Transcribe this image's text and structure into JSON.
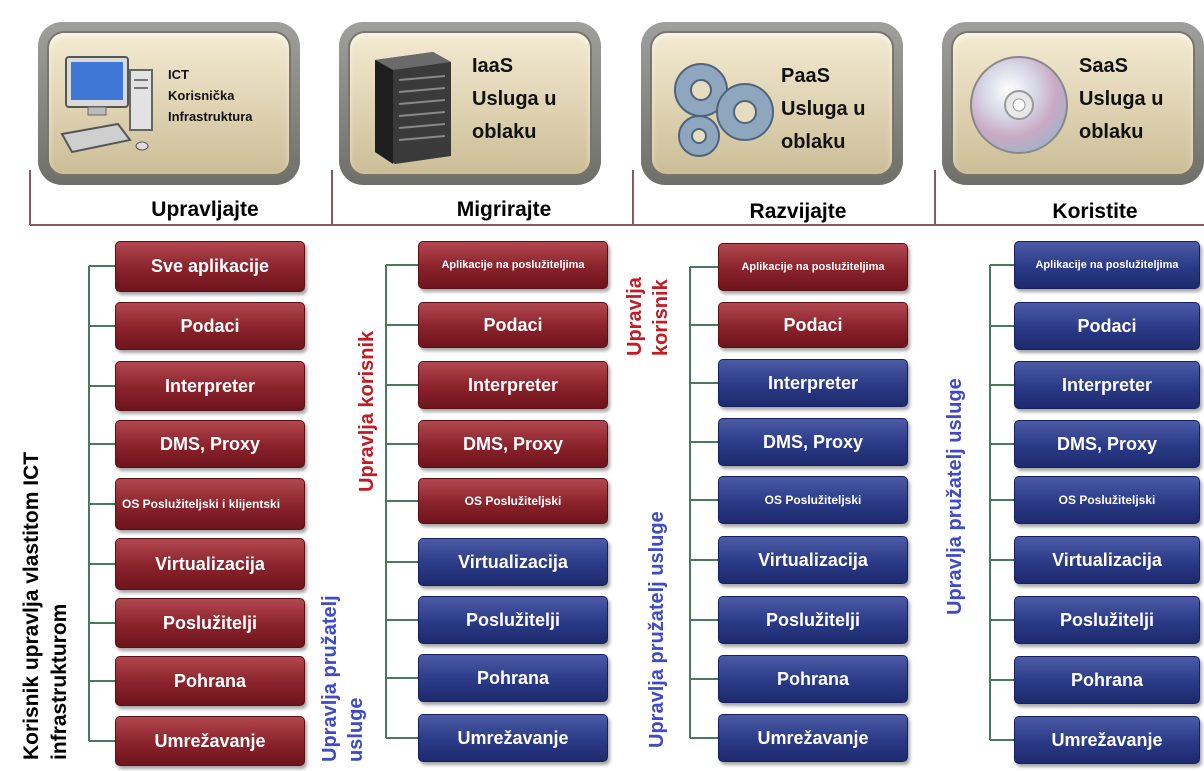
{
  "columns": [
    {
      "id": "ict",
      "header": {
        "text": "ICT\nKorisnička\nInfrastruktura",
        "icon": "desktop-computer-icon"
      },
      "verb": "Upravljajte",
      "side_labels": [
        {
          "text": "Korisnik upravlja vlastitom ICT\ninfrastrukturom",
          "color": "black"
        }
      ],
      "items": [
        {
          "label": "Sve aplikacije",
          "color": "red"
        },
        {
          "label": "Podaci",
          "color": "red"
        },
        {
          "label": "Interpreter",
          "color": "red"
        },
        {
          "label": "DMS, Proxy",
          "color": "red"
        },
        {
          "label": "OS Poslužiteljski i klijentski",
          "color": "red"
        },
        {
          "label": "Virtualizacija",
          "color": "red"
        },
        {
          "label": "Poslužitelji",
          "color": "red"
        },
        {
          "label": "Pohrana",
          "color": "red"
        },
        {
          "label": "Umrežavanje",
          "color": "red"
        }
      ]
    },
    {
      "id": "iaas",
      "header": {
        "text": "IaaS\nUsluga u\noblaku",
        "icon": "server-icon"
      },
      "verb": "Migrirajte",
      "side_labels": [
        {
          "text": "Upravlja korisnik",
          "color": "red"
        },
        {
          "text": "Upravlja pružatelj\nusluge",
          "color": "blue"
        }
      ],
      "items": [
        {
          "label": "Aplikacije na poslužiteljima",
          "color": "red"
        },
        {
          "label": "Podaci",
          "color": "red"
        },
        {
          "label": "Interpreter",
          "color": "red"
        },
        {
          "label": "DMS, Proxy",
          "color": "red"
        },
        {
          "label": "OS Poslužiteljski",
          "color": "red"
        },
        {
          "label": "Virtualizacija",
          "color": "blue"
        },
        {
          "label": "Poslužitelji",
          "color": "blue"
        },
        {
          "label": "Pohrana",
          "color": "blue"
        },
        {
          "label": "Umrežavanje",
          "color": "blue"
        }
      ]
    },
    {
      "id": "paas",
      "header": {
        "text": "PaaS\nUsluga u\noblaku",
        "icon": "gears-icon"
      },
      "verb": "Razvijajte",
      "side_labels": [
        {
          "text": "Upravlja\nkorisnik",
          "color": "red"
        },
        {
          "text": "Upravlja pružatelj usluge",
          "color": "blue"
        }
      ],
      "items": [
        {
          "label": "Aplikacije na poslužiteljima",
          "color": "red"
        },
        {
          "label": "Podaci",
          "color": "red"
        },
        {
          "label": "Interpreter",
          "color": "blue"
        },
        {
          "label": "DMS, Proxy",
          "color": "blue"
        },
        {
          "label": "OS Poslužiteljski",
          "color": "blue"
        },
        {
          "label": "Virtualizacija",
          "color": "blue"
        },
        {
          "label": "Poslužitelji",
          "color": "blue"
        },
        {
          "label": "Pohrana",
          "color": "blue"
        },
        {
          "label": "Umrežavanje",
          "color": "blue"
        }
      ]
    },
    {
      "id": "saas",
      "header": {
        "text": "SaaS\nUsluga u\noblaku",
        "icon": "cd-disc-icon"
      },
      "verb": "Koristite",
      "side_labels": [
        {
          "text": "Upravlja pružatelj usluge",
          "color": "blue"
        }
      ],
      "items": [
        {
          "label": "Aplikacije na poslužiteljima",
          "color": "blue"
        },
        {
          "label": "Podaci",
          "color": "blue"
        },
        {
          "label": "Interpreter",
          "color": "blue"
        },
        {
          "label": "DMS, Proxy",
          "color": "blue"
        },
        {
          "label": "OS Poslužiteljski",
          "color": "blue"
        },
        {
          "label": "Virtualizacija",
          "color": "blue"
        },
        {
          "label": "Poslužitelji",
          "color": "blue"
        },
        {
          "label": "Pohrana",
          "color": "blue"
        },
        {
          "label": "Umrežavanje",
          "color": "blue"
        }
      ]
    }
  ],
  "colors": {
    "red": "#8a222b",
    "blue": "#2b3a86",
    "red_text": "#c21b23",
    "blue_text": "#3f4ac9",
    "line": "#4a7a5a"
  }
}
